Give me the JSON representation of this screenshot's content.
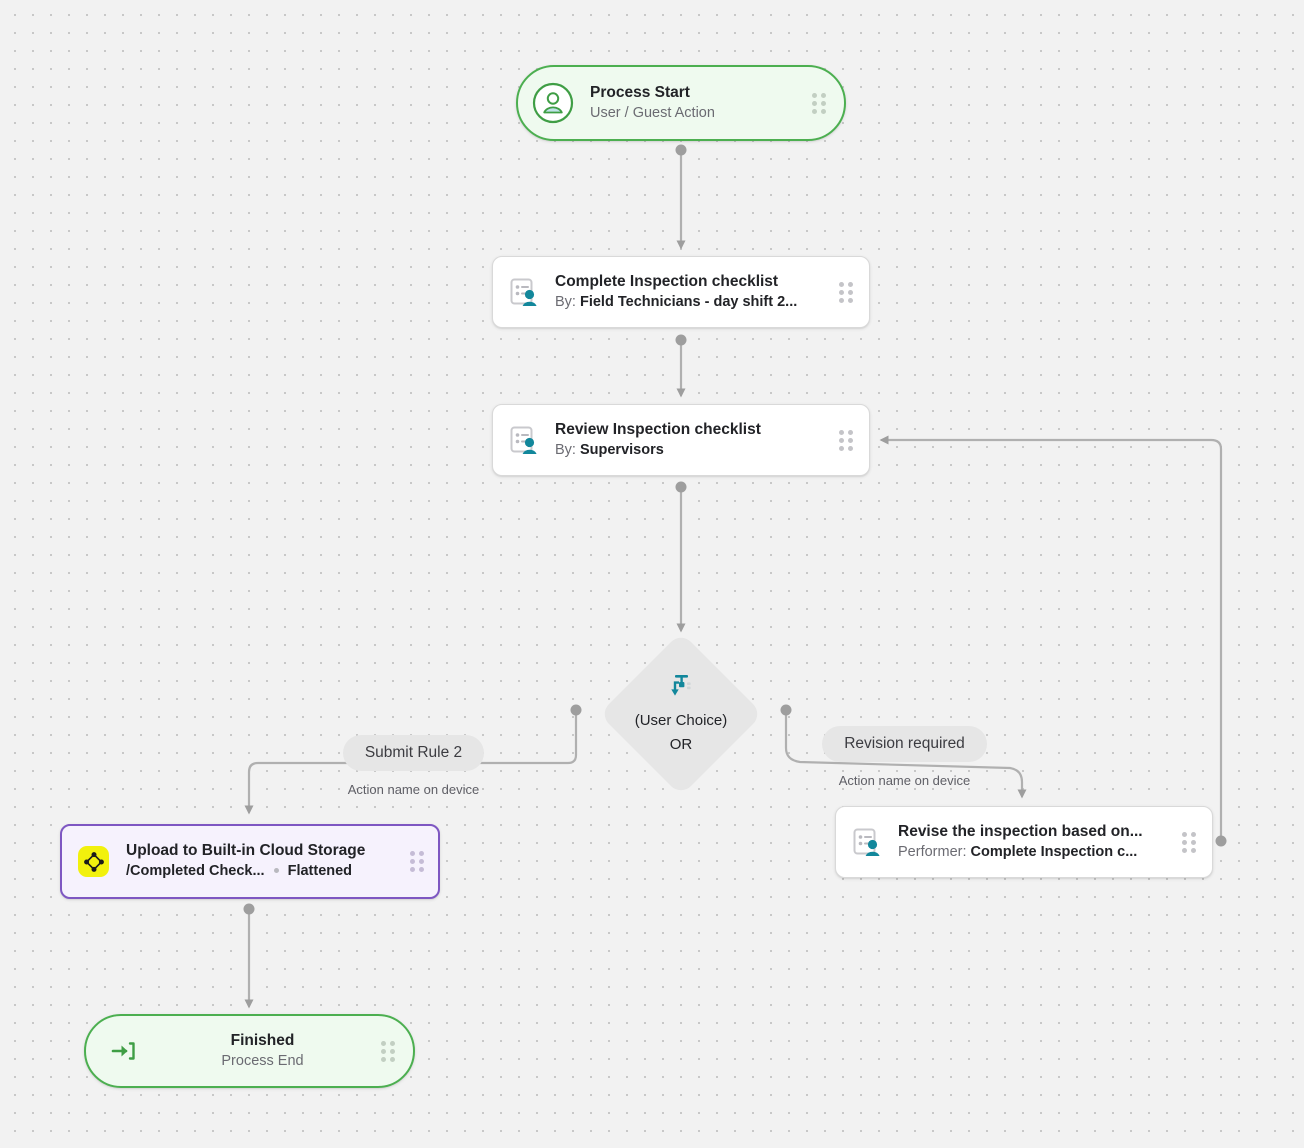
{
  "canvas": {
    "background_color": "#f2f2f2",
    "dot_color": "#c8c8c8"
  },
  "palette": {
    "start_end_border": "#4caf50",
    "start_end_fill": "#effaef",
    "integration_border": "#7e57c2",
    "integration_fill": "#f6f2fd",
    "integration_icon_bg": "#f2f10d",
    "task_fill": "#ffffff",
    "gateway_fill": "#e6e6e6",
    "accent_teal": "#12879b",
    "edge_color": "#b0b0b0"
  },
  "nodes": {
    "process_start": {
      "title": "Process Start",
      "subtitle": "User / Guest Action",
      "icon": "user-circle-icon",
      "grip": "drag-handle-icon"
    },
    "complete_inspection": {
      "title": "Complete Inspection checklist",
      "subtitle_prefix": "By: ",
      "subtitle_value": "Field Technicians - day shift 2...",
      "icon": "checklist-person-icon",
      "grip": "drag-handle-icon"
    },
    "review_inspection": {
      "title": "Review Inspection checklist",
      "subtitle_prefix": "By: ",
      "subtitle_value": "Supervisors",
      "icon": "checklist-person-icon",
      "grip": "drag-handle-icon"
    },
    "gateway": {
      "line1": "(User Choice)",
      "line2": "OR",
      "icon": "decision-branch-icon"
    },
    "branch_left": {
      "chip": "Submit Rule 2",
      "caption": "Action name on device"
    },
    "branch_right": {
      "chip": "Revision required",
      "caption": "Action name on device"
    },
    "upload_storage": {
      "title": "Upload to Built-in Cloud Storage",
      "subtitle_path": "/Completed Check...",
      "subtitle_mode": "Flattened",
      "icon": "integration-node-icon",
      "grip": "drag-handle-icon"
    },
    "revise_inspection": {
      "title": "Revise the inspection based on...",
      "subtitle_prefix": "Performer: ",
      "subtitle_value": "Complete Inspection c...",
      "icon": "checklist-person-icon",
      "grip": "drag-handle-icon"
    },
    "finished": {
      "title": "Finished",
      "subtitle": "Process End",
      "icon": "exit-arrow-icon",
      "grip": "drag-handle-icon"
    }
  }
}
